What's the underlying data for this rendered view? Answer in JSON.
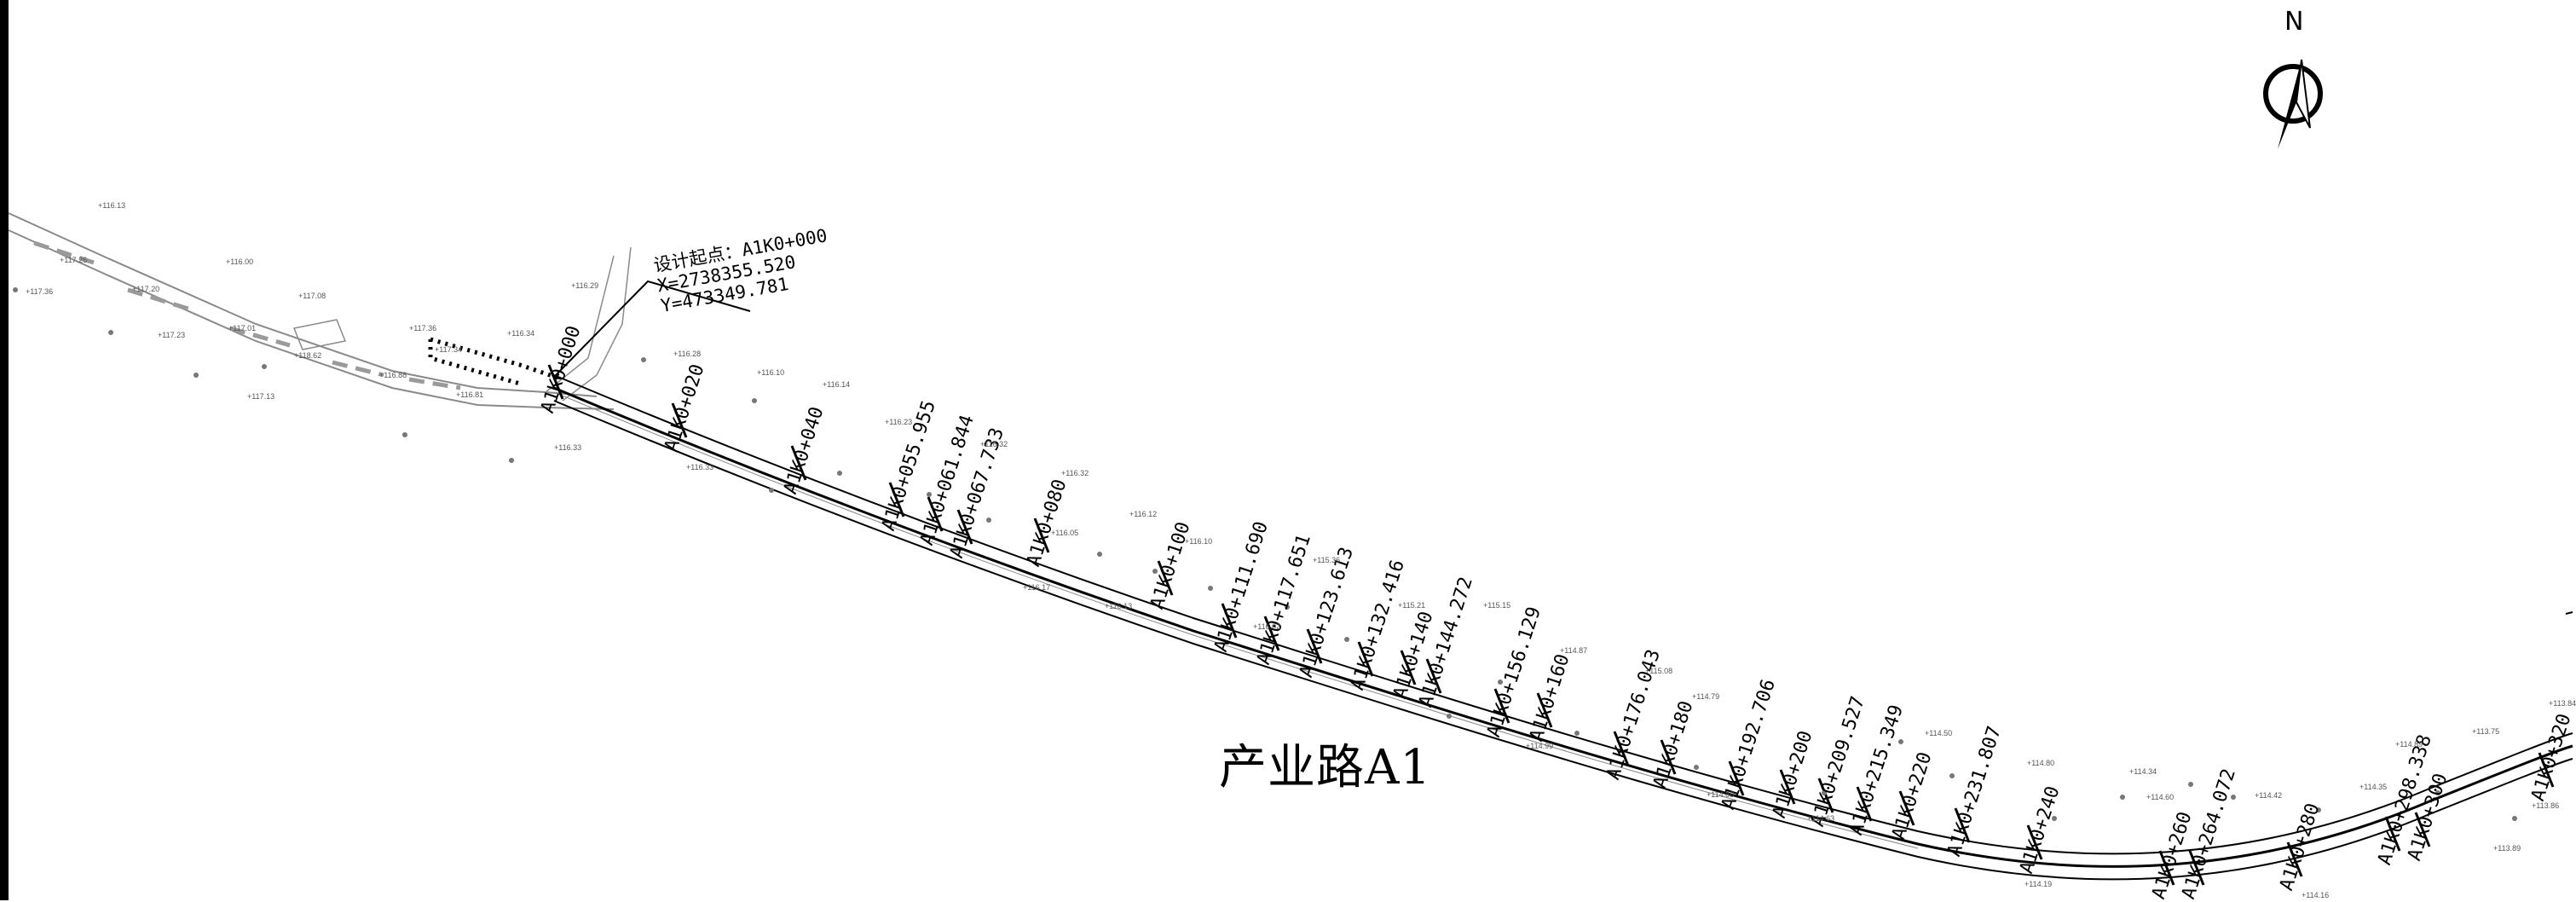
{
  "title": "产业路A1",
  "north": "N",
  "start_label": {
    "name": "设计起点：A1K0+000",
    "x": "X=2738355.520",
    "y": "Y=473349.781"
  },
  "chainages": [
    "A1K0+000",
    "A1K0+020",
    "A1K0+040",
    "A1K0+055.955",
    "A1K0+061.844",
    "A1K0+067.733",
    "A1K0+080",
    "A1K0+100",
    "A1K0+111.690",
    "A1K0+117.651",
    "A1K0+123.613",
    "A1K0+132.416",
    "A1K0+140",
    "A1K0+144.272",
    "A1K0+156.129",
    "A1K0+160",
    "A1K0+176.043",
    "A1K0+180",
    "A1K0+192.706",
    "A1K0+200",
    "A1K0+209.527",
    "A1K0+215.349",
    "A1K0+220",
    "A1K0+231.807",
    "A1K0+240",
    "A1K0+260",
    "A1K0+264.072",
    "A1K0+280",
    "A1K0+298.338",
    "A1K0+300",
    "A1K0+320"
  ],
  "spot_heights": [
    "116.13",
    "117.36",
    "117.26",
    "117.20",
    "116.00",
    "117.23",
    "117.01",
    "117.08",
    "118.62",
    "117.13",
    "117.36",
    "117.34",
    "116.88",
    "116.81",
    "116.29",
    "116.34",
    "116.28",
    "116.10",
    "116.14",
    "116.23",
    "116.33",
    "116.32",
    "116.33",
    "116.32",
    "116.12",
    "116.17",
    "116.13",
    "116.02",
    "116.05",
    "116.10",
    "115.36",
    "115.21",
    "115.15",
    "114.87",
    "114.99",
    "115.08",
    "114.79",
    "114.88",
    "114.63",
    "114.50",
    "114.80",
    "114.34",
    "114.60",
    "114.42",
    "114.35",
    "114.89",
    "113.75",
    "113.89",
    "113.84",
    "113.86",
    "114.16",
    "114.19"
  ]
}
